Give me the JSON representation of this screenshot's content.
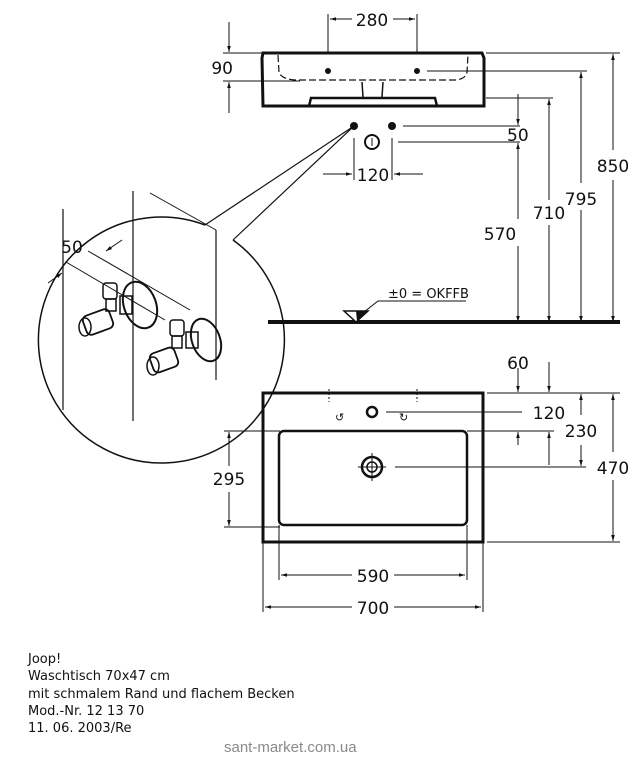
{
  "drawing": {
    "side_view": {
      "tap_spacing": "280",
      "rim_thickness": "90",
      "valve_offset": "50",
      "drain_spacing": "120",
      "height_valves": "570",
      "height_bottom": "710",
      "height_overflow": "795",
      "height_top": "850",
      "floor_label": "±0 = OKFFB"
    },
    "detail_view": {
      "valve_spacing": "50"
    },
    "plan_view": {
      "tap_offset": "60",
      "tap_to_bowl": "120",
      "drain_from_back": "230",
      "depth_total": "470",
      "bowl_depth": "295",
      "bowl_width": "590",
      "width_total": "700"
    }
  },
  "caption": {
    "lines": [
      "Joop!",
      "Waschtisch 70x47 cm",
      "mit schmalem Rand und flachem Becken",
      "Mod.-Nr. 12 13 70",
      "11. 06. 2003/Re"
    ]
  },
  "watermark": "sant-market.com.ua"
}
